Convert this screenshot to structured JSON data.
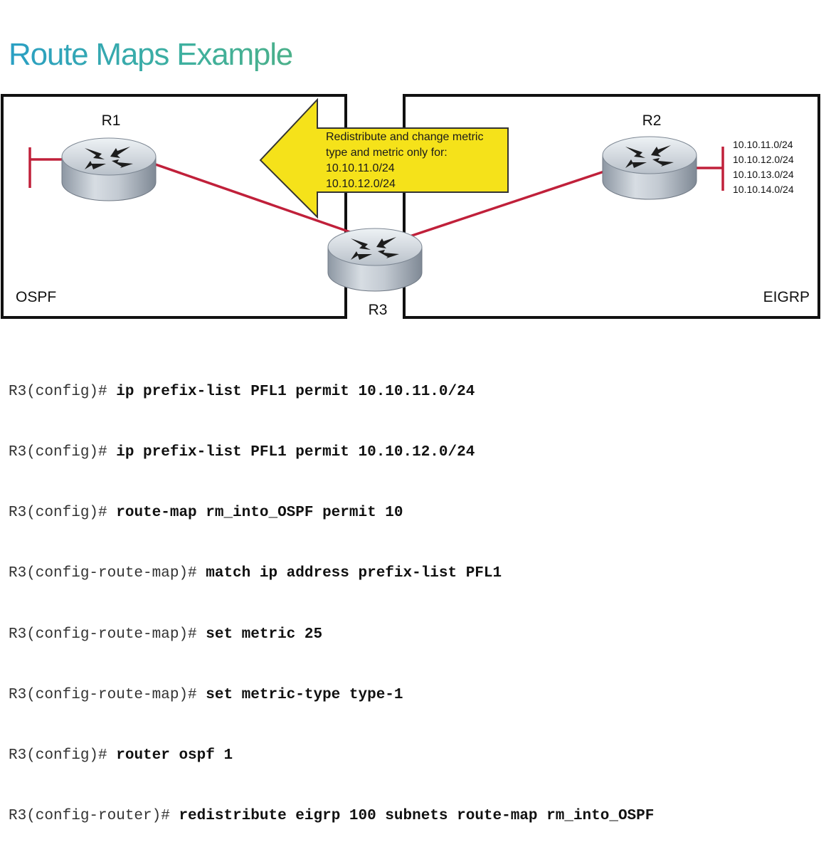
{
  "title": "Route Maps Example",
  "diagram": {
    "routers": {
      "r1": "R1",
      "r2": "R2",
      "r3": "R3"
    },
    "domains": {
      "left": "OSPF",
      "right": "EIGRP"
    },
    "callout": [
      "Redistribute and change metric",
      "type and metric only for:",
      "10.10.11.0/24",
      "10.10.12.0/24"
    ],
    "networks": [
      "10.10.11.0/24",
      "10.10.12.0/24",
      "10.10.13.0/24",
      "10.10.14.0/24"
    ],
    "colors": {
      "link": "#c0203a",
      "callout_fill": "#f5e21a",
      "callout_stroke": "#333333",
      "title": "#33a6b0"
    }
  },
  "config_lines": [
    {
      "prompt": "R3(config)# ",
      "command": "ip prefix-list PFL1 permit 10.10.11.0/24"
    },
    {
      "prompt": "R3(config)# ",
      "command": "ip prefix-list PFL1 permit 10.10.12.0/24"
    },
    {
      "prompt": "R3(config)# ",
      "command": "route-map rm_into_OSPF permit 10"
    },
    {
      "prompt": "R3(config-route-map)# ",
      "command": "match ip address prefix-list PFL1"
    },
    {
      "prompt": "R3(config-route-map)# ",
      "command": "set metric 25"
    },
    {
      "prompt": "R3(config-route-map)# ",
      "command": "set metric-type type-1"
    },
    {
      "prompt": "R3(config)# ",
      "command": "router ospf 1"
    },
    {
      "prompt": "R3(config-router)# ",
      "command": "redistribute eigrp 100 subnets route-map rm_into_OSPF"
    }
  ]
}
